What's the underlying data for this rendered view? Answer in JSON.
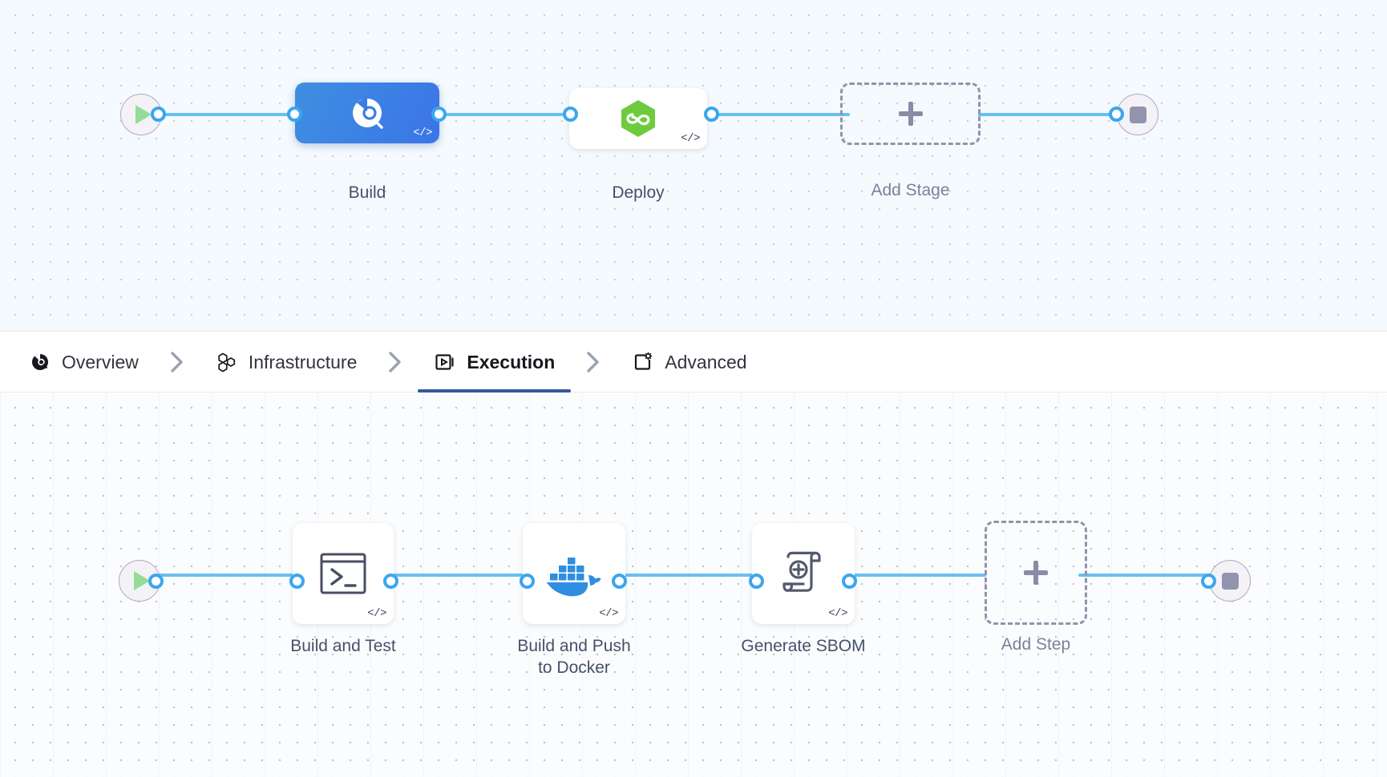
{
  "stages_canvas": {
    "name": "pipeline-stage-graph",
    "start_node": {
      "icon": "play-icon"
    },
    "end_node": {
      "icon": "stop-icon"
    },
    "stages": [
      {
        "id": "build",
        "label": "Build",
        "icon": "harness-ci-icon",
        "selected": true,
        "code_badge": "</>"
      },
      {
        "id": "deploy",
        "label": "Deploy",
        "icon": "harness-cd-icon",
        "selected": false,
        "code_badge": "</>"
      }
    ],
    "add_stage": {
      "label": "Add Stage",
      "icon": "plus-icon"
    }
  },
  "tabbar": {
    "separator": "chevron-right-icon",
    "tabs": [
      {
        "id": "overview",
        "label": "Overview",
        "icon": "harness-overview-icon",
        "active": false
      },
      {
        "id": "infrastructure",
        "label": "Infrastructure",
        "icon": "hexagons-icon",
        "active": false
      },
      {
        "id": "execution",
        "label": "Execution",
        "icon": "play-box-icon",
        "active": true
      },
      {
        "id": "advanced",
        "label": "Advanced",
        "icon": "box-gear-icon",
        "active": false
      }
    ]
  },
  "steps_canvas": {
    "name": "execution-step-graph",
    "start_node": {
      "icon": "play-icon"
    },
    "end_node": {
      "icon": "stop-icon"
    },
    "steps": [
      {
        "id": "build-and-test",
        "label": "Build and Test",
        "icon": "terminal-icon",
        "code_badge": "</>"
      },
      {
        "id": "build-and-push",
        "label": "Build and Push\nto Docker",
        "icon": "docker-icon",
        "code_badge": "</>"
      },
      {
        "id": "generate-sbom",
        "label": "Generate SBOM",
        "icon": "scroll-plus-icon",
        "code_badge": "</>"
      }
    ],
    "add_step": {
      "label": "Add Step",
      "icon": "plus-icon"
    }
  },
  "colors": {
    "connector": "#68c0f2",
    "selected_stage": "#3b7ce4",
    "active_tab_underline": "#33589e",
    "docker_blue": "#2f8ee0",
    "cd_green": "#6ecb3e",
    "play_green": "#93dd97"
  }
}
